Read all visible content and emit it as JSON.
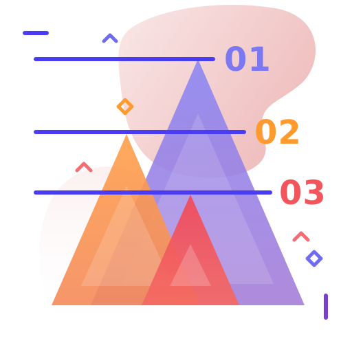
{
  "illustration": {
    "title": "",
    "labels": [
      {
        "text": "01",
        "color": "#7b78f2"
      },
      {
        "text": "02",
        "color": "#ff9a2e"
      },
      {
        "text": "03",
        "color": "#f2555c"
      }
    ],
    "levels": [
      {
        "name": "01",
        "color": "#7b78f2"
      },
      {
        "name": "02",
        "color": "#ff9a2e"
      },
      {
        "name": "03",
        "color": "#f2555c"
      }
    ],
    "colors": {
      "axis": "#4b3cf0",
      "axis_bottom": "#7b3fd6",
      "background_blob": "#f2c3c3",
      "triangle_large": "#8a7ef2",
      "triangle_medium": "#f7894a",
      "triangle_small": "#f0555e"
    },
    "decorations": [
      "chevron-up-icon",
      "diamond-icon"
    ]
  }
}
